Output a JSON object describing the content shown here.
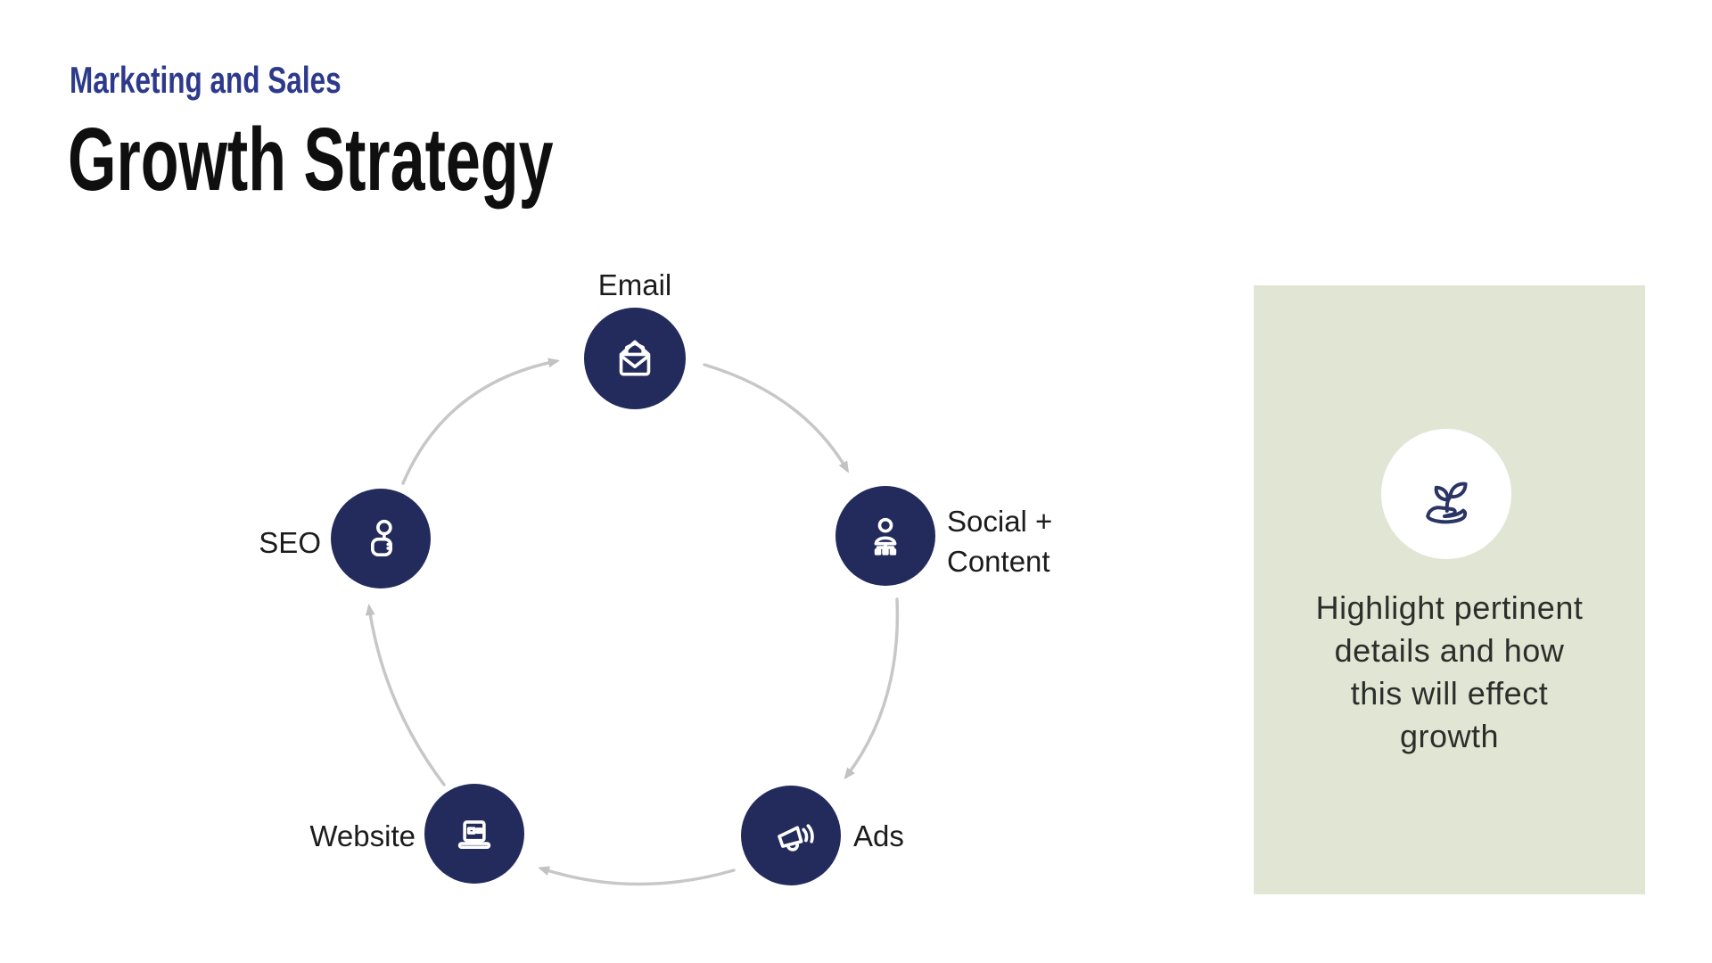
{
  "colors": {
    "navy": "#222b5c",
    "accent-blue": "#2d3a8c",
    "panel-green": "#e1e6d4",
    "arrow-gray": "#c7c7c7"
  },
  "header": {
    "eyebrow": "Marketing and Sales",
    "title": "Growth Strategy"
  },
  "cycle": {
    "direction": "clockwise",
    "nodes": [
      {
        "id": "email",
        "label": "Email",
        "icon": "open-envelope-icon",
        "label_position": "top"
      },
      {
        "id": "social",
        "label_lines": [
          "Social +",
          "Content"
        ],
        "icon": "person-network-icon",
        "label_position": "right"
      },
      {
        "id": "ads",
        "label": "Ads",
        "icon": "megaphone-icon",
        "label_position": "right"
      },
      {
        "id": "website",
        "label": "Website",
        "icon": "laptop-icon",
        "label_position": "left"
      },
      {
        "id": "seo",
        "label": "SEO",
        "icon": "hand-magnifier-icon",
        "label_position": "left"
      }
    ]
  },
  "side_panel": {
    "icon": "sprout-in-hand-icon",
    "text_lines": [
      "Highlight pertinent",
      "details and how",
      "this will effect",
      "growth"
    ]
  }
}
